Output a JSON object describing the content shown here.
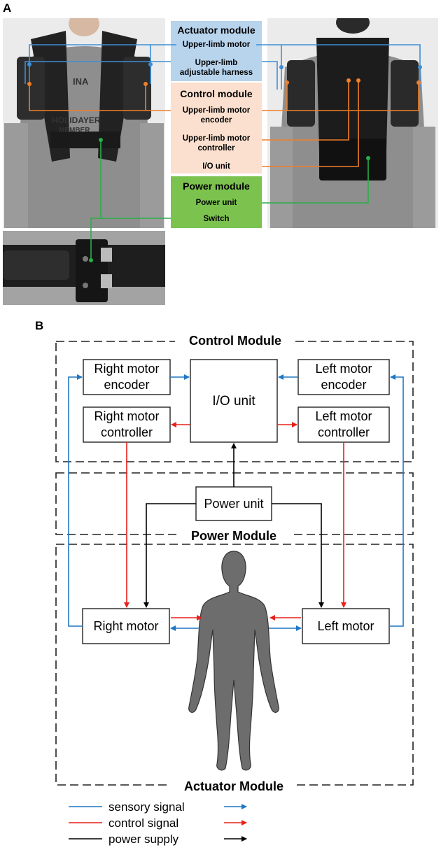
{
  "panel_a": {
    "letter": "A",
    "actuator": {
      "title": "Actuator module",
      "items": [
        "Upper-limb motor",
        "Upper-limb",
        "adjustable harness"
      ]
    },
    "control": {
      "title": "Control module",
      "items": [
        "Upper-limb motor",
        "encoder",
        "Upper-limb motor",
        "controller",
        "I/O unit"
      ]
    },
    "power": {
      "title": "Power module",
      "items": [
        "Power unit",
        "Switch"
      ]
    },
    "photo_text": [
      "INA",
      "HOLIDAYER",
      "MEMBER"
    ],
    "colors": {
      "actuator_bg": "#b8d3ec",
      "control_bg": "#fbe0d0",
      "power_bg": "#7bc24f",
      "blue": "#3c8fd6",
      "orange": "#f07f2b",
      "green": "#2aae48"
    }
  },
  "panel_b": {
    "letter": "B",
    "modules": {
      "control": "Control Module",
      "power": "Power Module",
      "actuator": "Actuator Module"
    },
    "boxes": {
      "right_encoder": [
        "Right motor",
        "encoder"
      ],
      "right_controller": [
        "Right motor",
        "controller"
      ],
      "left_encoder": [
        "Left motor",
        "encoder"
      ],
      "left_controller": [
        "Left motor",
        "controller"
      ],
      "io": "I/O unit",
      "power": "Power unit",
      "right_motor": "Right motor",
      "left_motor": "Left motor"
    },
    "legend": [
      {
        "label": "sensory signal",
        "color": "#1f77c4"
      },
      {
        "label": "control signal",
        "color": "#e8201a"
      },
      {
        "label": "power supply",
        "color": "#000000"
      }
    ]
  }
}
